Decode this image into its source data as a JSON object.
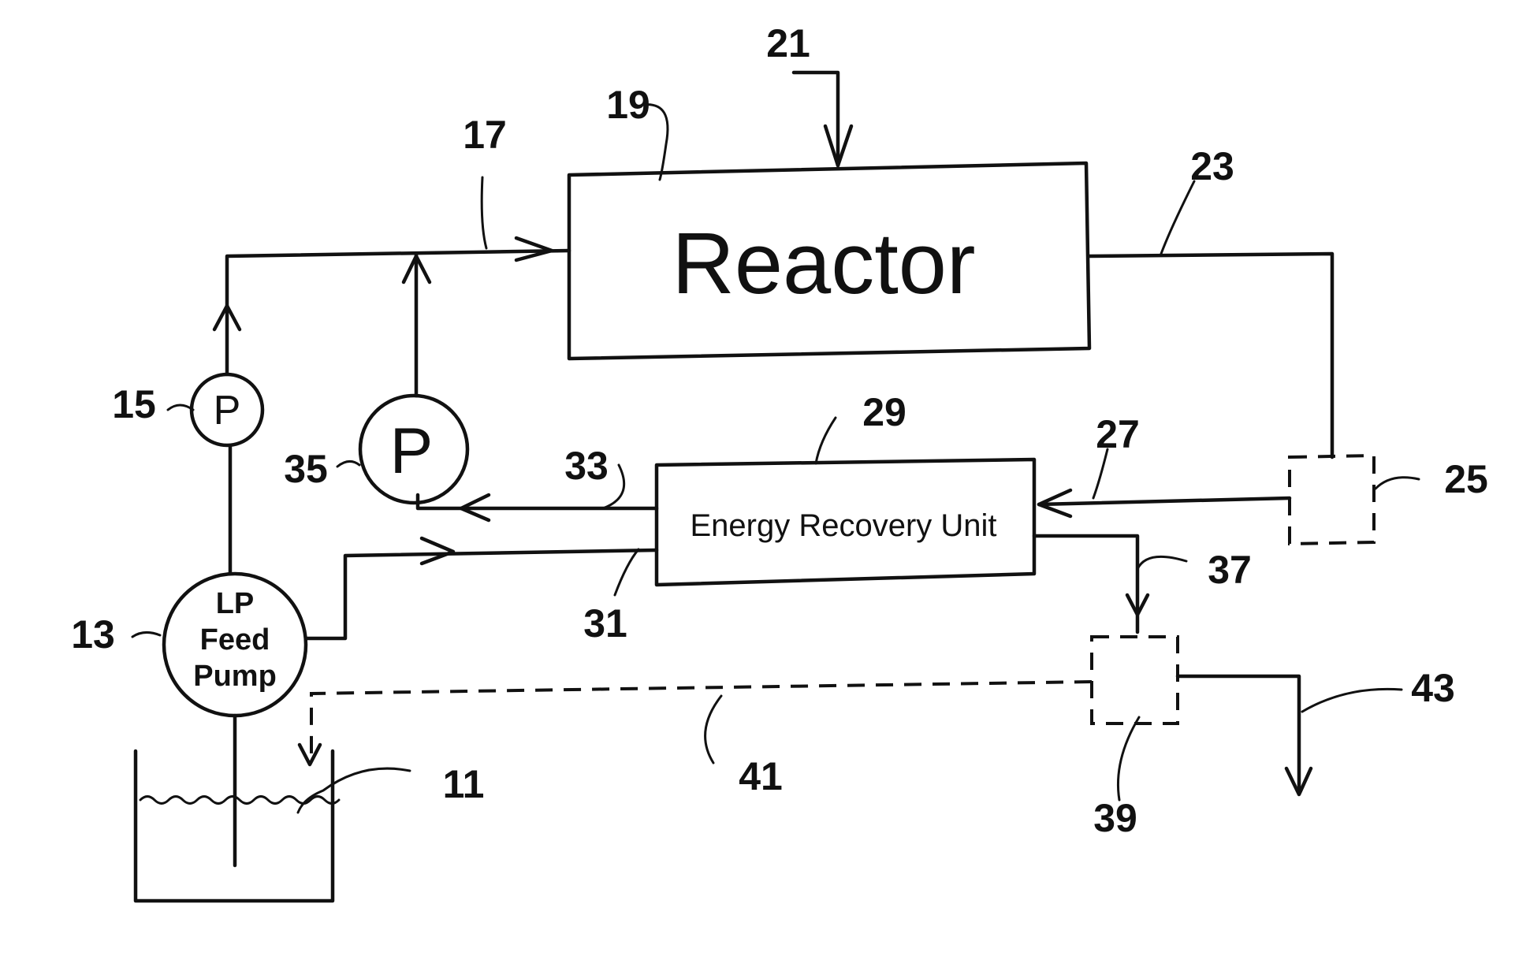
{
  "labels": {
    "reactor": "Reactor",
    "energy_recovery_unit": "Energy Recovery Unit",
    "pump_symbol_small": "P",
    "pump_symbol_large": "P",
    "feed_pump_line1": "LP",
    "feed_pump_line2": "Feed",
    "feed_pump_line3": "Pump"
  },
  "reference_numerals": {
    "n11": "11",
    "n13": "13",
    "n15": "15",
    "n17": "17",
    "n19": "19",
    "n21": "21",
    "n23": "23",
    "n25": "25",
    "n27": "27",
    "n29": "29",
    "n31": "31",
    "n33": "33",
    "n35": "35",
    "n37": "37",
    "n39": "39",
    "n41": "41",
    "n43": "43"
  }
}
